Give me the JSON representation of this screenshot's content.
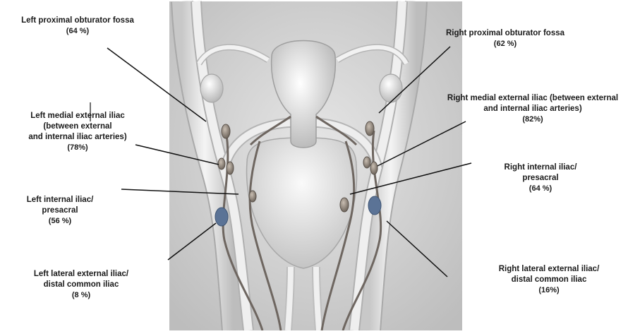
{
  "labels": {
    "left_proximal_obturator": {
      "lines": [
        "Left proximal obturator fossa"
      ],
      "pct": "(64 %)"
    },
    "left_medial_external_iliac": {
      "lines": [
        "Left medial external iliac",
        "(between external",
        "and internal iliac arteries)"
      ],
      "pct": "(78%)"
    },
    "left_internal_iliac": {
      "lines": [
        "Left internal iliac/",
        "presacral"
      ],
      "pct": "(56 %)"
    },
    "left_lateral_external_iliac": {
      "lines": [
        "Left lateral external iliac/",
        "distal common iliac"
      ],
      "pct": "(8 %)"
    },
    "right_proximal_obturator": {
      "lines": [
        "Right proximal obturator fossa"
      ],
      "pct": "(62 %)"
    },
    "right_medial_external_iliac": {
      "lines": [
        "Right medial external iliac (between external",
        "and internal iliac arteries)"
      ],
      "pct": "(82%)"
    },
    "right_internal_iliac": {
      "lines": [
        "Right internal iliac/",
        "presacral"
      ],
      "pct": "(64 %)"
    },
    "right_lateral_external_iliac": {
      "lines": [
        "Right lateral external iliac/",
        "distal common iliac"
      ],
      "pct": "(16%)"
    }
  },
  "colors": {
    "background": "#ffffff",
    "illustration_bg": "#d9d9d9",
    "vessel": "#eeeeee",
    "lymph_node": "#8a8178",
    "sentinel_node": "#5b7396",
    "leader_line": "#111111"
  }
}
